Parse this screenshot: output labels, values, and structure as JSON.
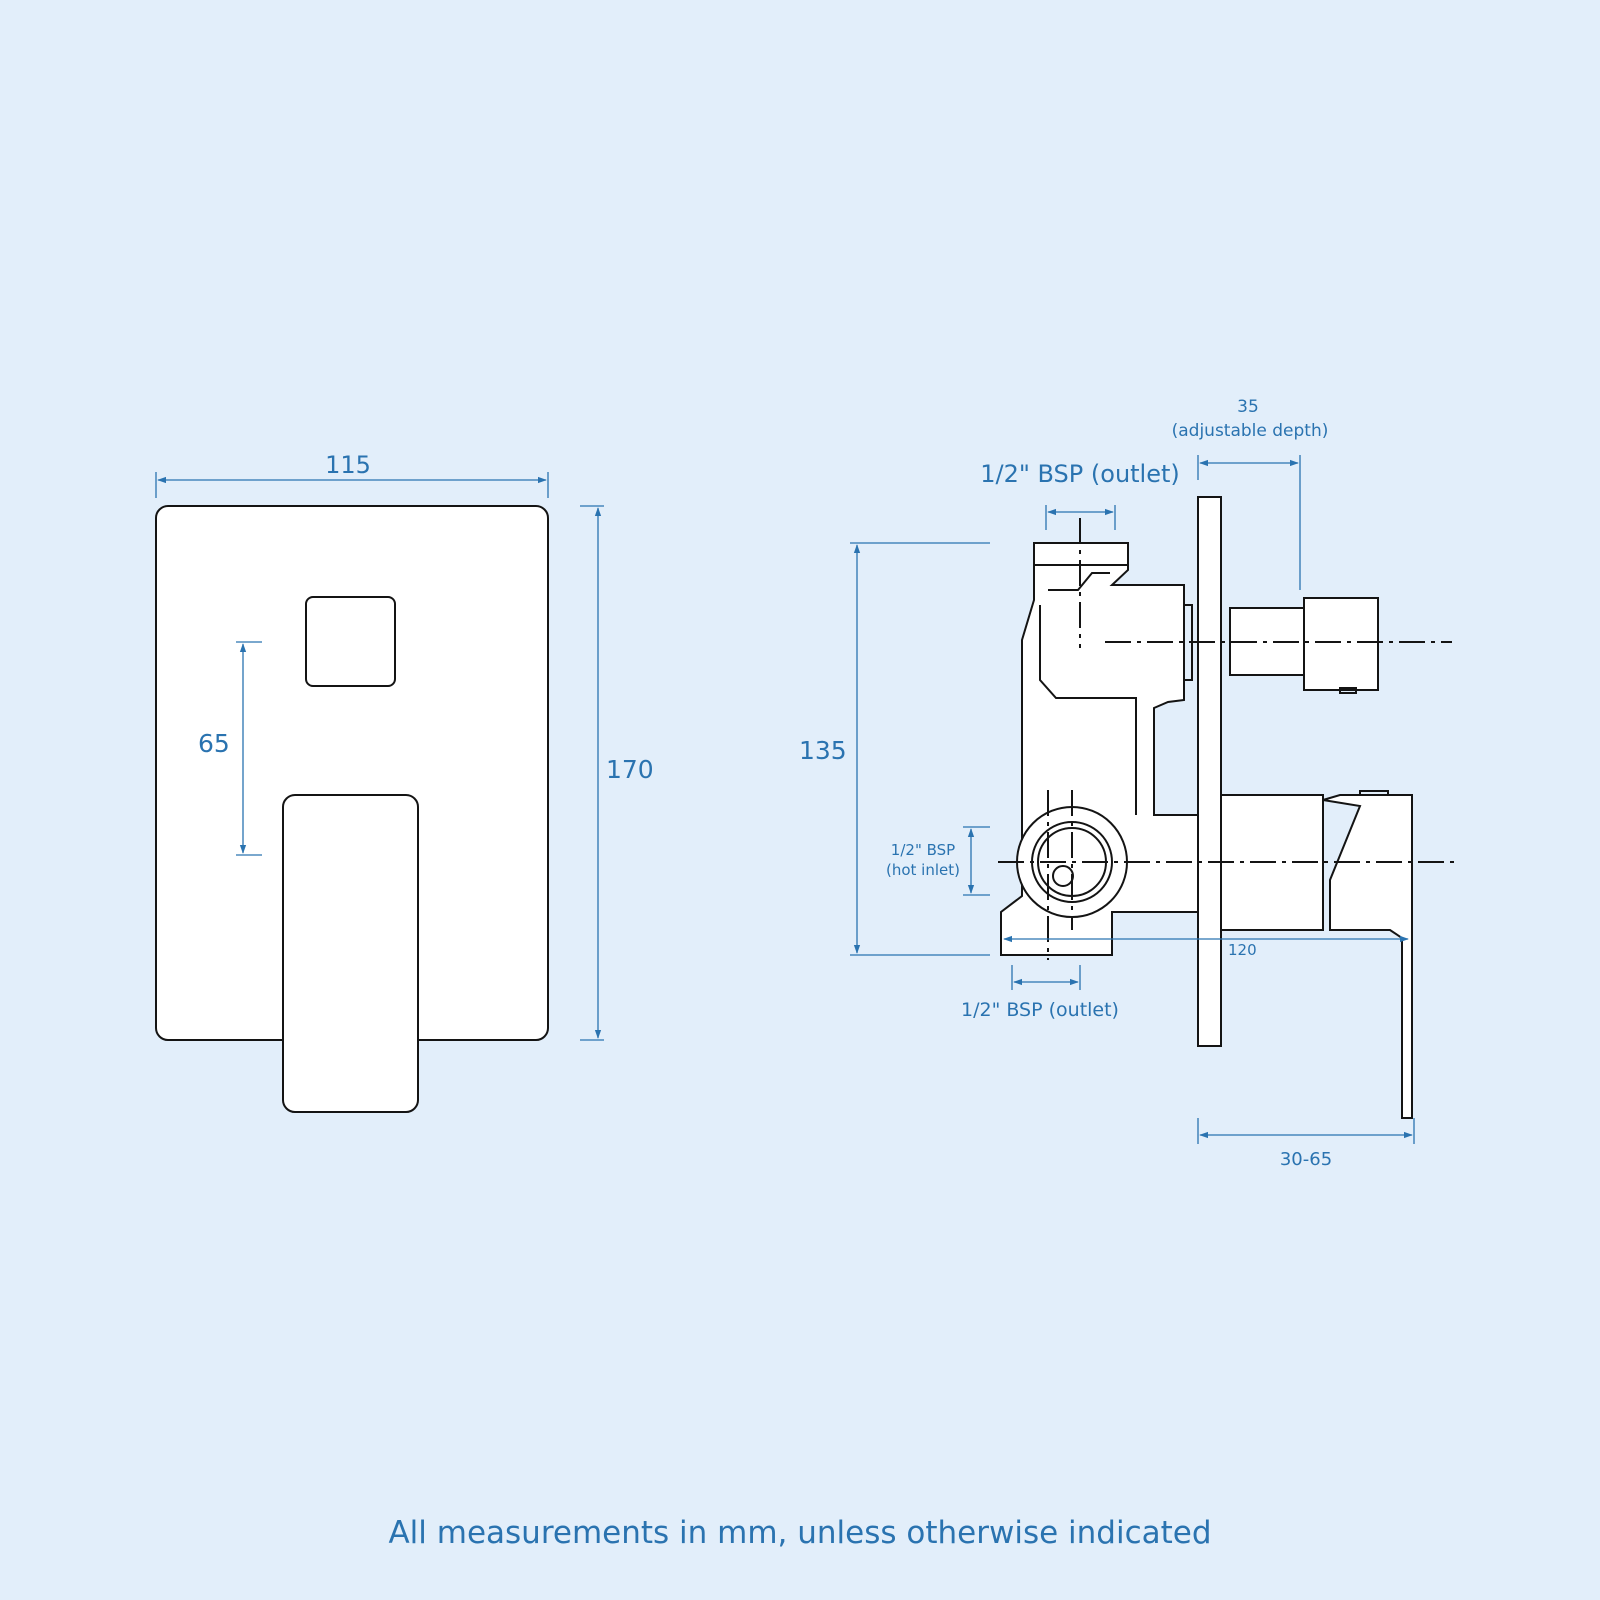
{
  "front_view": {
    "width_label": "115",
    "height_label": "170",
    "spacing_label": "65"
  },
  "side_view": {
    "depth_value": "35",
    "depth_note": "(adjustable depth)",
    "top_outlet_label": "1/2\" BSP (outlet)",
    "height_label": "135",
    "hot_inlet_size": "1/2\" BSP",
    "hot_inlet_note": "(hot inlet)",
    "length_label": "120",
    "bottom_outlet_label": "1/2\" BSP (outlet)",
    "wall_range_label": "30-65"
  },
  "footer": {
    "note": "All measurements in mm, unless otherwise indicated"
  },
  "colors": {
    "background": "#e2eefa",
    "dimension": "#2a73b0",
    "outline": "#141414"
  }
}
